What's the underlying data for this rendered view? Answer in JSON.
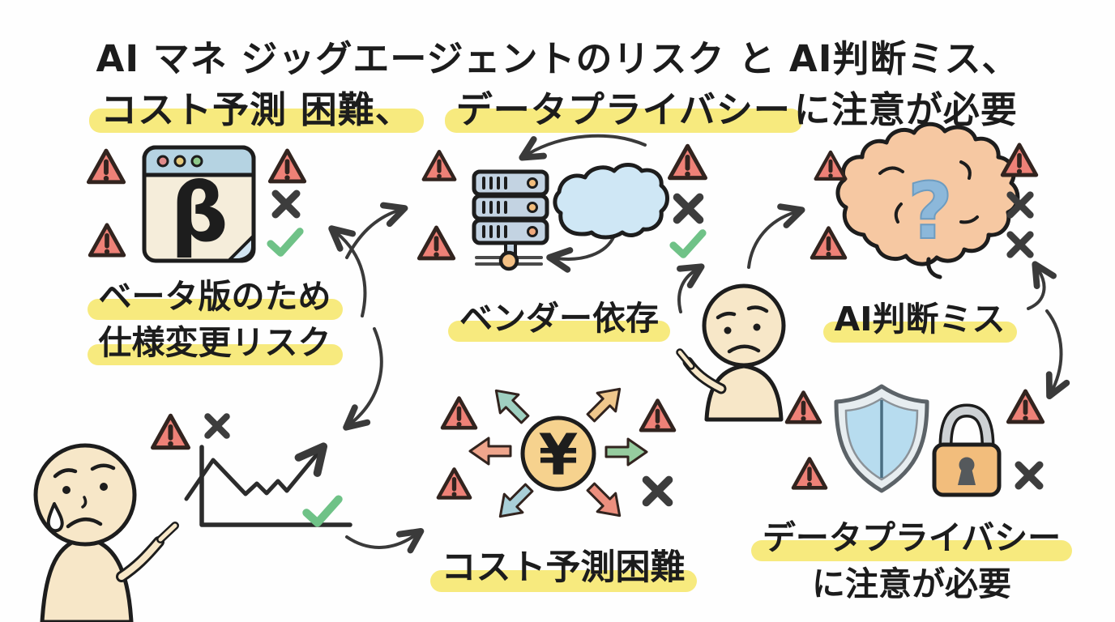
{
  "title": {
    "line1": "AI マネ ジッグエージェントのリスク と AI判断ミス、",
    "line2_parts": [
      {
        "text": "コスト予測 困難、",
        "highlight": true
      },
      {
        "text": "　",
        "highlight": false
      },
      {
        "text": "データプライバシー",
        "highlight": true
      },
      {
        "text": "に注意が必要",
        "highlight": false
      }
    ]
  },
  "sections": {
    "beta": {
      "label_line1": "ベータ版のため",
      "label_line2": "仕様変更リスク",
      "glyph": "β",
      "icon": "beta-browser-window"
    },
    "vendor": {
      "label": "ベンダー依存",
      "icons": [
        "server-rack",
        "cloud"
      ]
    },
    "ai_misjudge": {
      "label": "AI判断ミス",
      "glyph": "?",
      "icon": "brain-question"
    },
    "cost": {
      "label": "コスト予測困難",
      "glyph": "¥",
      "icon": "yen-coin-with-arrows"
    },
    "privacy": {
      "label_line1": "データプライバシー",
      "label_line2": "に注意が必要",
      "icons": [
        "shield",
        "padlock"
      ]
    },
    "chart": {
      "icon": "rising-line-chart"
    }
  },
  "colors": {
    "highlight_yellow": "#f7ea7e",
    "warning_fill": "#ee8177",
    "check_green": "#6fc287",
    "x_dark": "#3d3d3d",
    "outline": "#1d1d1d",
    "skin": "#f7e7c8",
    "cloud_blue": "#cfe7f5",
    "server_blue": "#c3d3e2",
    "coin_gold": "#f6d28e",
    "shield_blue": "#b7dcef",
    "lock_orange": "#f2bd7c",
    "brain_pink": "#f6c8a2",
    "question_blue": "#8cb8da",
    "titlebar_blue": "#b5d3e2",
    "window_cream": "#f5edda"
  }
}
